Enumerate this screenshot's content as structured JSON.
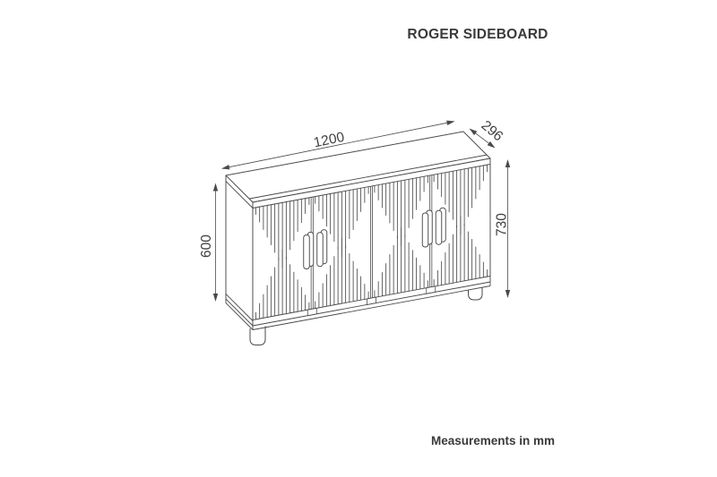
{
  "page": {
    "background_color": "#ffffff",
    "line_color": "#4a4a4a",
    "text_color": "#3a3a3a"
  },
  "header": {
    "title": "ROGER SIDEBOARD"
  },
  "drawing": {
    "description": "isometric line drawing of a four-door fluted sideboard with diamond pattern, bar handles and rounded legs",
    "door_count": 4,
    "handle_count": 4,
    "visible_leg_count": 2,
    "dimension_labels": {
      "width": "1200",
      "depth": "296",
      "body_height": "600",
      "total_height": "730"
    }
  },
  "footer": {
    "note": "Measurements in mm"
  }
}
